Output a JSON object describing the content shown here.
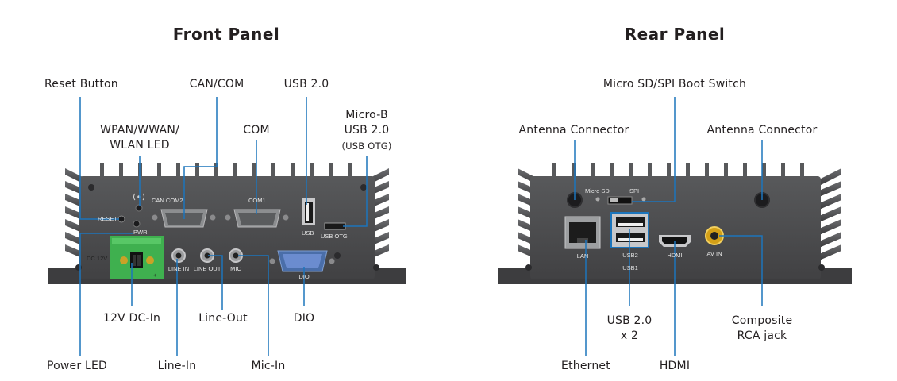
{
  "headings": {
    "front": "Front Panel",
    "rear": "Rear Panel"
  },
  "front_callouts": {
    "reset": "Reset Button",
    "can_com": "CAN/COM",
    "usb20": "USB 2.0",
    "wlan_led_line1": "WPAN/WWAN/",
    "wlan_led_line2": "WLAN LED",
    "com": "COM",
    "microb_line1": "Micro-B",
    "microb_line2": "USB 2.0",
    "microb_line3": "(USB OTG)",
    "dc_in": "12V DC-In",
    "line_out": "Line-Out",
    "dio": "DIO",
    "power_led": "Power LED",
    "line_in": "Line-In",
    "mic_in": "Mic-In"
  },
  "rear_callouts": {
    "boot_switch": "Micro SD/SPI Boot Switch",
    "antenna_left": "Antenna Connector",
    "antenna_right": "Antenna Connector",
    "usb_line1": "USB 2.0",
    "usb_line2": "x 2",
    "composite_line1": "Composite",
    "composite_line2": "RCA jack",
    "ethernet": "Ethernet",
    "hdmi": "HDMI"
  },
  "front_device_labels": {
    "can_com2": "CAN COM2",
    "com1": "COM1",
    "reset": "RESET",
    "pwr": "PWR",
    "usb": "USB",
    "usb_otg": "USB OTG",
    "dc12v": "DC 12V",
    "minus": "−",
    "plus": "+",
    "line_in": "LINE IN",
    "line_out": "LINE OUT",
    "mic": "MIC",
    "dio": "DIO"
  },
  "rear_device_labels": {
    "micro_sd": "Micro SD",
    "spi": "SPI",
    "lan": "LAN",
    "usb2": "USB2",
    "usb1": "USB1",
    "hdmi": "HDMI",
    "av_in": "AV IN"
  },
  "colors": {
    "callout_line": "#1c75bc",
    "device_body": "#4d4d4f",
    "text": "#231f20",
    "terminal_green": "#3fb04f",
    "rca_gold": "#d4a017"
  }
}
